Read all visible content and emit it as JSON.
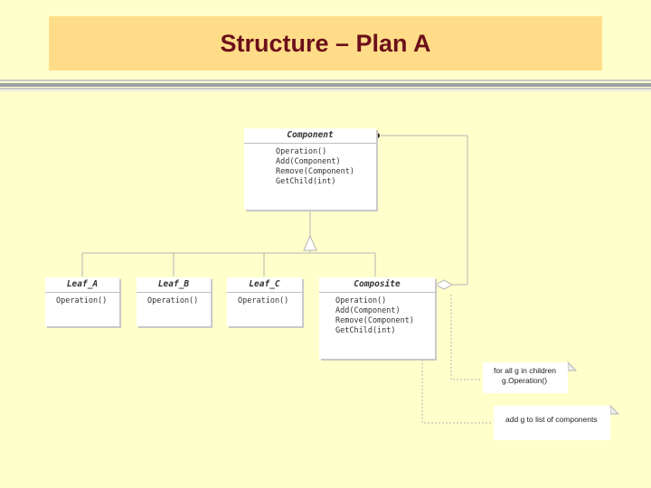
{
  "slide": {
    "title": "Structure – Plan A"
  },
  "classes": {
    "component": {
      "name": "Component",
      "ops": [
        "Operation()",
        "Add(Component)",
        "Remove(Component)",
        "GetChild(int)"
      ]
    },
    "leaf_a": {
      "name": "Leaf_A",
      "ops": [
        "Operation()"
      ]
    },
    "leaf_b": {
      "name": "Leaf_B",
      "ops": [
        "Operation()"
      ]
    },
    "leaf_c": {
      "name": "Leaf_C",
      "ops": [
        "Operation()"
      ]
    },
    "composite": {
      "name": "Composite",
      "ops": [
        "Operation()",
        "Add(Component)",
        "Remove(Component)",
        "GetChild(int)"
      ]
    }
  },
  "notes": {
    "operation_note": [
      "for all g in children",
      "g.Operation()"
    ],
    "add_note": [
      "add g to list of components"
    ]
  },
  "colors": {
    "background": "#ffffcc",
    "title_band": "#ffdd88",
    "title_text": "#6b0f1a"
  }
}
